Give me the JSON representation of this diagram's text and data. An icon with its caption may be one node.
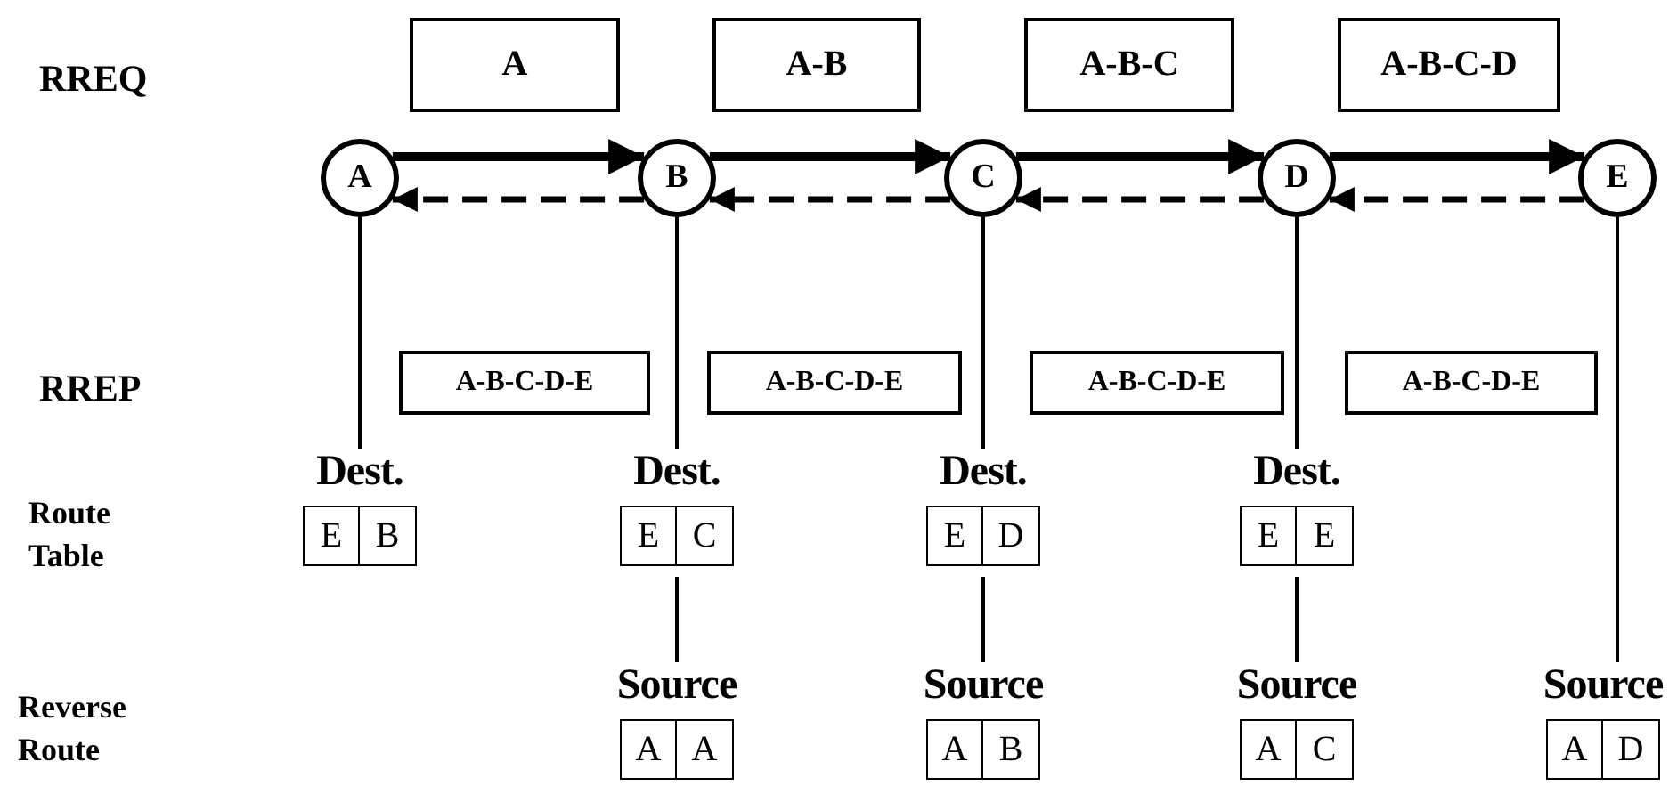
{
  "diagram": {
    "nodes": [
      {
        "text": [
          "A"
        ]
      },
      {
        "text": [
          "B"
        ]
      },
      {
        "text": [
          "C"
        ]
      },
      {
        "text": [
          "D"
        ]
      },
      {
        "text": [
          "E"
        ]
      },
      {
        "text": [
          "A"
        ]
      },
      {
        "text": [
          "A-B"
        ]
      },
      {
        "text": [
          "A-B-C"
        ]
      },
      {
        "text": [
          "A-B-C-D"
        ]
      },
      {
        "text": [
          "A-B-C-D-E"
        ]
      },
      {
        "text": [
          "A-B-C-D-E"
        ]
      },
      {
        "text": [
          "A-B-C-D-E"
        ]
      },
      {
        "text": [
          "A-B-C-D-E"
        ]
      },
      {
        "text": [
          "Dest.",
          "E",
          "B"
        ]
      },
      {
        "text": [
          "Dest.",
          "E",
          "C"
        ]
      },
      {
        "text": [
          "Dest.",
          "E",
          "D"
        ]
      },
      {
        "text": [
          "Dest.",
          "E",
          "E"
        ]
      },
      {
        "text": [
          "Source",
          "A",
          "A"
        ]
      },
      {
        "text": [
          "Source",
          "A",
          "B"
        ]
      },
      {
        "text": [
          "Source",
          "A",
          "C"
        ]
      },
      {
        "text": [
          "Source",
          "A",
          "D"
        ]
      }
    ],
    "edges": [
      {
        "from": 0,
        "to": 1,
        "arrow": "to",
        "style": "thick"
      },
      {
        "from": 1,
        "to": 2,
        "arrow": "to",
        "style": "thick"
      },
      {
        "from": 2,
        "to": 3,
        "arrow": "to",
        "style": "thick"
      },
      {
        "from": 3,
        "to": 4,
        "arrow": "to",
        "style": "thick"
      },
      {
        "from": 4,
        "to": 3,
        "arrow": "to",
        "style": "dashed"
      },
      {
        "from": 3,
        "to": 2,
        "arrow": "to",
        "style": "dashed"
      },
      {
        "from": 2,
        "to": 1,
        "arrow": "to",
        "style": "dashed"
      },
      {
        "from": 1,
        "to": 0,
        "arrow": "to",
        "style": "dashed"
      },
      {
        "from": 0,
        "to": 13,
        "arrow": "none"
      },
      {
        "from": 1,
        "to": 14,
        "arrow": "none"
      },
      {
        "from": 14,
        "to": 17,
        "arrow": "none"
      },
      {
        "from": 2,
        "to": 15,
        "arrow": "none"
      },
      {
        "from": 15,
        "to": 18,
        "arrow": "none"
      },
      {
        "from": 3,
        "to": 16,
        "arrow": "none"
      },
      {
        "from": 16,
        "to": 19,
        "arrow": "none"
      },
      {
        "from": 4,
        "to": 20,
        "arrow": "none"
      }
    ],
    "labels": [
      "RREQ",
      "RREP",
      "Route Table",
      "Reverse Route"
    ]
  }
}
